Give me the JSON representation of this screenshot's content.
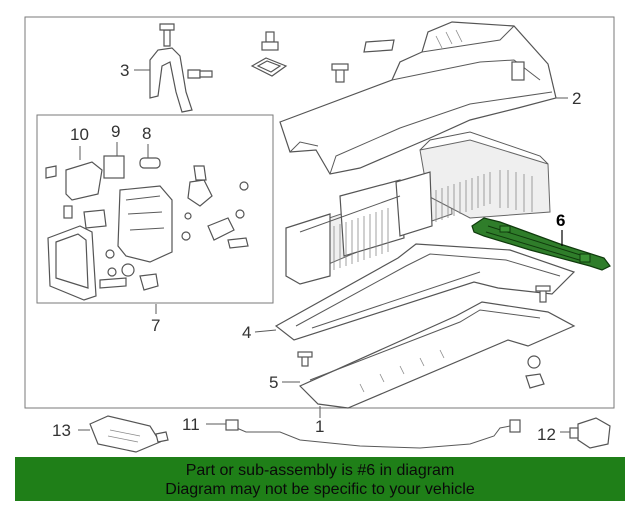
{
  "callouts": {
    "c1": "1",
    "c2": "2",
    "c3": "3",
    "c4": "4",
    "c5": "5",
    "c6": "6",
    "c7": "7",
    "c8": "8",
    "c9": "9",
    "c10": "10",
    "c11": "11",
    "c12": "12",
    "c13": "13"
  },
  "highlight": {
    "part_number": "6",
    "color": "#1f7f18"
  },
  "banner": {
    "line1": "Part or sub-assembly is #6 in diagram",
    "line2": "Diagram may not be specific to your vehicle",
    "background": "#1f7f18"
  }
}
